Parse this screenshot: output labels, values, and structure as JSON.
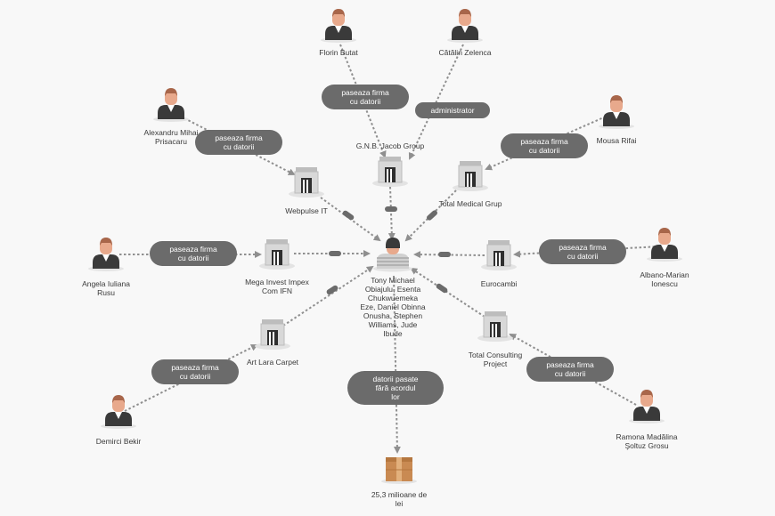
{
  "center": {
    "name_lines": [
      "Tony Michael",
      "Obiajulu, Esenta",
      "Chukwuemeka",
      "Eze, Daniel Obinna",
      "Onusha, Stephen",
      "Williams, Jude",
      "Ibude"
    ]
  },
  "people": [
    {
      "id": "florin",
      "lines": [
        "Florin Butat"
      ]
    },
    {
      "id": "catalin",
      "lines": [
        "Cătălin Zelenca"
      ]
    },
    {
      "id": "alexandru",
      "lines": [
        "Alexandru Mihai",
        "Prisacaru"
      ]
    },
    {
      "id": "mousa",
      "lines": [
        "Mousa Rifai"
      ]
    },
    {
      "id": "angela",
      "lines": [
        "Angela Iuliana",
        "Rusu"
      ]
    },
    {
      "id": "albano",
      "lines": [
        "Albano-Marian",
        "Ionescu"
      ]
    },
    {
      "id": "demirci",
      "lines": [
        "Demirci Bekir"
      ]
    },
    {
      "id": "ramona",
      "lines": [
        "Ramona Madălina",
        "Şoltuz Grosu"
      ]
    }
  ],
  "firms": [
    {
      "id": "gnb",
      "lines": [
        "G.N.B. Jacob Group"
      ]
    },
    {
      "id": "webpulse",
      "lines": [
        "Webpulse IT"
      ]
    },
    {
      "id": "totalmed",
      "lines": [
        "Total Medical Grup"
      ]
    },
    {
      "id": "mega",
      "lines": [
        "Mega Invest Impex",
        "Com IFN"
      ]
    },
    {
      "id": "eurocambi",
      "lines": [
        "Eurocambi"
      ]
    },
    {
      "id": "artlara",
      "lines": [
        "Art Lara Carpet"
      ]
    },
    {
      "id": "totalcons",
      "lines": [
        "Total Consulting",
        "Project"
      ]
    }
  ],
  "pills": [
    {
      "id": "pill-florin",
      "lines": [
        "paseaza firma",
        "cu datorii"
      ]
    },
    {
      "id": "pill-catalin",
      "lines": [
        "administrator"
      ]
    },
    {
      "id": "pill-alexandru",
      "lines": [
        "paseaza firma",
        "cu datorii"
      ]
    },
    {
      "id": "pill-mousa",
      "lines": [
        "paseaza firma",
        "cu datorii"
      ]
    },
    {
      "id": "pill-angela",
      "lines": [
        "paseaza firma",
        "cu datorii"
      ]
    },
    {
      "id": "pill-albano",
      "lines": [
        "paseaza firma",
        "cu datorii"
      ]
    },
    {
      "id": "pill-demirci",
      "lines": [
        "paseaza firma",
        "cu datorii"
      ]
    },
    {
      "id": "pill-ramona",
      "lines": [
        "paseaza firma",
        "cu datorii"
      ]
    },
    {
      "id": "pill-debts",
      "lines": [
        "datorii pasate",
        "fără acordul",
        "lor"
      ]
    }
  ],
  "money": {
    "lines": [
      "25,3 milioane de",
      "lei"
    ]
  },
  "colors": {
    "line": "#8f8f8f",
    "pill": "#6b6b6b",
    "suit": "#3a3a3a",
    "skin": "#e8a98c",
    "hair": "#a8664a",
    "building": "#d8d8d8",
    "box": "#c98a52"
  }
}
